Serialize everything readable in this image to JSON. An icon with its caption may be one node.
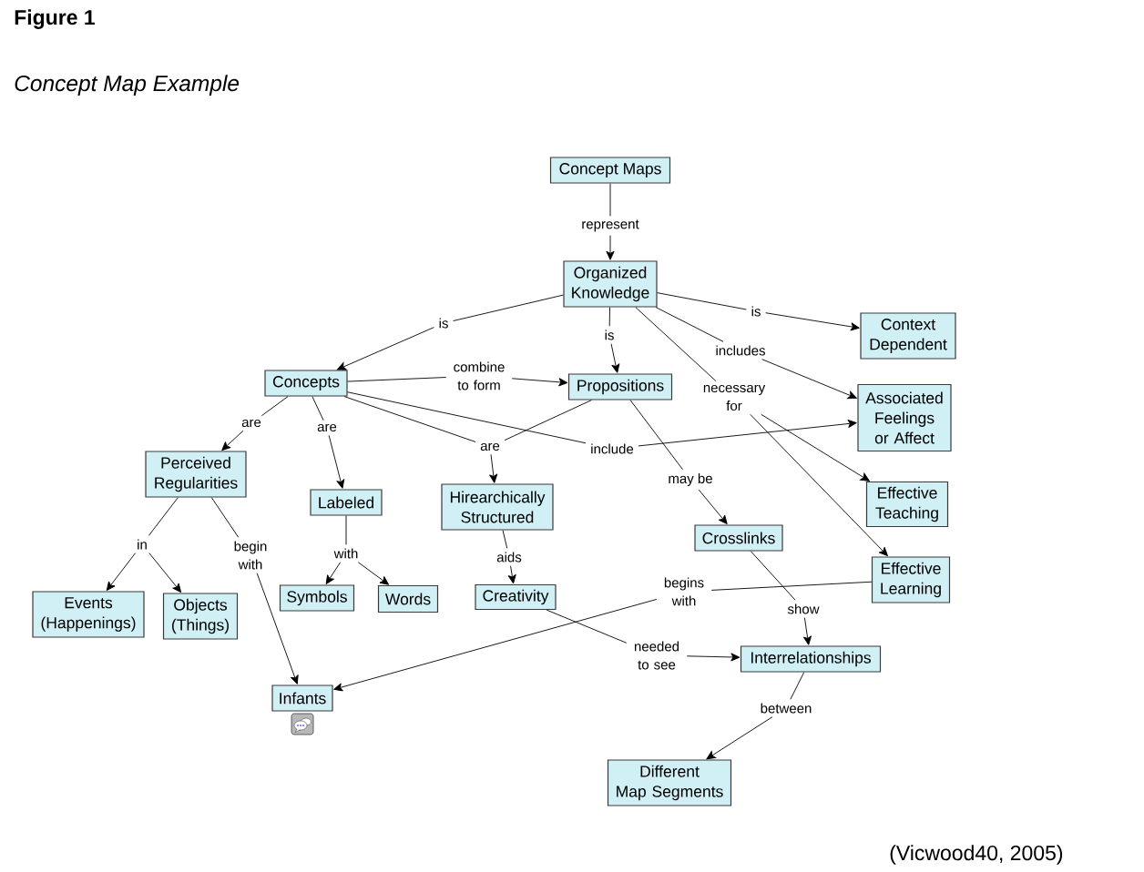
{
  "diagram": {
    "title": "Figure 1",
    "caption": "Concept Map Example",
    "nodes": [
      {
        "text": [
          "Concept Maps"
        ]
      },
      {
        "text": [
          "represent"
        ]
      },
      {
        "text": [
          "Organized Knowledge"
        ]
      },
      {
        "text": [
          "is"
        ]
      },
      {
        "text": [
          "Context Dependent"
        ]
      },
      {
        "text": [
          "is"
        ]
      },
      {
        "text": [
          "is"
        ]
      },
      {
        "text": [
          "includes"
        ]
      },
      {
        "text": [
          "combine to form"
        ]
      },
      {
        "text": [
          "Concepts"
        ]
      },
      {
        "text": [
          "Propositions"
        ]
      },
      {
        "text": [
          "necessary for"
        ]
      },
      {
        "text": [
          "Associated Feelings or Affect"
        ]
      },
      {
        "text": [
          "are"
        ]
      },
      {
        "text": [
          "are"
        ]
      },
      {
        "text": [
          "are"
        ]
      },
      {
        "text": [
          "include"
        ]
      },
      {
        "text": [
          "Perceived Regularities"
        ]
      },
      {
        "text": [
          "may be"
        ]
      },
      {
        "text": [
          "Labeled"
        ]
      },
      {
        "text": [
          "Hirearchically Structured"
        ]
      },
      {
        "text": [
          "Effective Teaching"
        ]
      },
      {
        "text": [
          "Crosslinks"
        ]
      },
      {
        "text": [
          "in"
        ]
      },
      {
        "text": [
          "begin with"
        ]
      },
      {
        "text": [
          "with"
        ]
      },
      {
        "text": [
          "aids"
        ]
      },
      {
        "text": [
          "Effective Learning"
        ]
      },
      {
        "text": [
          "begins with"
        ]
      },
      {
        "text": [
          "Events (Happenings)"
        ]
      },
      {
        "text": [
          "Objects (Things)"
        ]
      },
      {
        "text": [
          "Symbols"
        ]
      },
      {
        "text": [
          "Words"
        ]
      },
      {
        "text": [
          "Creativity"
        ]
      },
      {
        "text": [
          "show"
        ]
      },
      {
        "text": [
          "needed to see"
        ]
      },
      {
        "text": [
          "Interrelationships"
        ]
      },
      {
        "text": [
          "Infants"
        ]
      },
      {
        "text": [
          "between"
        ]
      },
      {
        "text": [
          "Different Map Segments"
        ]
      }
    ],
    "edges": [
      {
        "from": 0,
        "to": 1,
        "arrow": "none"
      },
      {
        "from": 1,
        "to": 2,
        "arrow": "to"
      },
      {
        "from": 2,
        "to": 5,
        "arrow": "none"
      },
      {
        "from": 5,
        "to": 9,
        "arrow": "to"
      },
      {
        "from": 2,
        "to": 6,
        "arrow": "none"
      },
      {
        "from": 6,
        "to": 10,
        "arrow": "to"
      },
      {
        "from": 2,
        "to": 3,
        "arrow": "none"
      },
      {
        "from": 3,
        "to": 4,
        "arrow": "to"
      },
      {
        "from": 2,
        "to": 7,
        "arrow": "none"
      },
      {
        "from": 7,
        "to": 12,
        "arrow": "to"
      },
      {
        "from": 2,
        "to": 11,
        "arrow": "none"
      },
      {
        "from": 11,
        "to": 21,
        "arrow": "to"
      },
      {
        "from": 11,
        "to": 27,
        "arrow": "to"
      },
      {
        "from": 9,
        "to": 8,
        "arrow": "none"
      },
      {
        "from": 8,
        "to": 10,
        "arrow": "to"
      },
      {
        "from": 9,
        "to": 13,
        "arrow": "none"
      },
      {
        "from": 13,
        "to": 17,
        "arrow": "to"
      },
      {
        "from": 9,
        "to": 14,
        "arrow": "none"
      },
      {
        "from": 14,
        "to": 19,
        "arrow": "to"
      },
      {
        "from": 9,
        "to": 15,
        "arrow": "none"
      },
      {
        "from": 10,
        "to": 15,
        "arrow": "none"
      },
      {
        "from": 15,
        "to": 20,
        "arrow": "to"
      },
      {
        "from": 9,
        "to": 16,
        "arrow": "none"
      },
      {
        "from": 16,
        "to": 12,
        "arrow": "to"
      },
      {
        "from": 10,
        "to": 18,
        "arrow": "none"
      },
      {
        "from": 18,
        "to": 22,
        "arrow": "to"
      },
      {
        "from": 17,
        "to": 23,
        "arrow": "none"
      },
      {
        "from": 23,
        "to": 29,
        "arrow": "to"
      },
      {
        "from": 23,
        "to": 30,
        "arrow": "to"
      },
      {
        "from": 17,
        "to": 24,
        "arrow": "none"
      },
      {
        "from": 24,
        "to": 37,
        "arrow": "to"
      },
      {
        "from": 19,
        "to": 25,
        "arrow": "none"
      },
      {
        "from": 25,
        "to": 31,
        "arrow": "to"
      },
      {
        "from": 25,
        "to": 32,
        "arrow": "to"
      },
      {
        "from": 20,
        "to": 26,
        "arrow": "none"
      },
      {
        "from": 26,
        "to": 33,
        "arrow": "to"
      },
      {
        "from": 27,
        "to": 28,
        "arrow": "none"
      },
      {
        "from": 28,
        "to": 37,
        "arrow": "to"
      },
      {
        "from": 22,
        "to": 34,
        "arrow": "none"
      },
      {
        "from": 34,
        "to": 36,
        "arrow": "to"
      },
      {
        "from": 33,
        "to": 35,
        "arrow": "none"
      },
      {
        "from": 35,
        "to": 36,
        "arrow": "to"
      },
      {
        "from": 36,
        "to": 38,
        "arrow": "none"
      },
      {
        "from": 38,
        "to": 39,
        "arrow": "to"
      }
    ],
    "labels": [
      "(Vicwood40, 2005)"
    ]
  }
}
